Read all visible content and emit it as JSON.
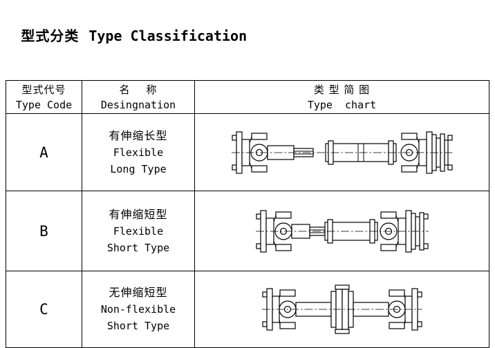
{
  "page": {
    "title_zh": "型式分类",
    "title_en": "Type Classification"
  },
  "table": {
    "header": {
      "code_zh": "型式代号",
      "code_en": "Type Code",
      "name_zh": "名    称",
      "name_en": "Desingnation",
      "chart_zh": "类 型 简 图",
      "chart_en": "Type  chart"
    },
    "rows": [
      {
        "code": "A",
        "name_zh": "有伸缩长型",
        "name_en_line1": "Flexible",
        "name_en_line2": "Long Type",
        "drawing": "flexible-long-type-cardan-shaft-drawing"
      },
      {
        "code": "B",
        "name_zh": "有伸缩短型",
        "name_en_line1": "Flexible",
        "name_en_line2": "Short Type",
        "drawing": "flexible-short-type-cardan-shaft-drawing"
      },
      {
        "code": "C",
        "name_zh": "无伸缩短型",
        "name_en_line1": "Non-flexible",
        "name_en_line2": "Short Type",
        "drawing": "non-flexible-short-type-cardan-shaft-drawing"
      }
    ]
  }
}
